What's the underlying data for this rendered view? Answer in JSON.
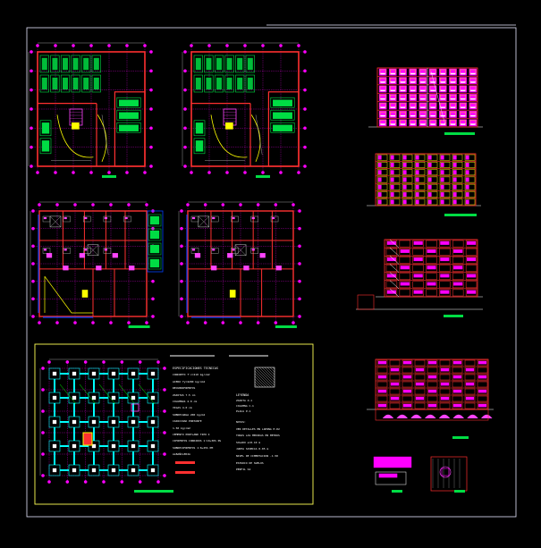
{
  "sheet": {
    "background": "#000000",
    "frame_color": "#e8e8ff",
    "notes_frame_color": "#ffff55"
  },
  "colors": {
    "wall": "#ff3030",
    "wall_dark": "#c81e1e",
    "grid": "#ff00ff",
    "dim": "#ffffff",
    "furniture": "#c0c0c0",
    "parking": "#00dd44",
    "ramp": "#ffff00",
    "stair": "#ff44ff",
    "column": "#ffffff",
    "footing": "#00ffff",
    "beam": "#00ff00",
    "window_blue": "#0040ff",
    "facade_fill": "#ff00ff",
    "facade_window": "#ffee00",
    "title_bar": "#00dd44"
  },
  "drawings": [
    {
      "id": "basement-plan-1",
      "kind": "parking-plan"
    },
    {
      "id": "basement-plan-2",
      "kind": "parking-plan"
    },
    {
      "id": "floor-plan-1",
      "kind": "apartment-plan"
    },
    {
      "id": "floor-plan-2",
      "kind": "apartment-plan"
    },
    {
      "id": "foundation-plan",
      "kind": "foundation-plan"
    },
    {
      "id": "front-elevation",
      "kind": "elevation"
    },
    {
      "id": "side-elevation",
      "kind": "elevation"
    },
    {
      "id": "section-a",
      "kind": "section"
    },
    {
      "id": "section-b",
      "kind": "section"
    },
    {
      "id": "detail-1",
      "kind": "detail"
    },
    {
      "id": "detail-2",
      "kind": "detail"
    }
  ],
  "icons": [
    "hatch-legend-icon",
    "grid-bubble-icon"
  ],
  "notes": {
    "spec_lines": [
      "ESPECIFICACIONES TECNICAS",
      "CONCRETO f'c=210 kg/cm2",
      "ACERO fy=4200 kg/cm2",
      "RECUBRIMIENTOS",
      "ZAPATAS 7.5 cm",
      "COLUMNAS 4.0 cm",
      "VIGAS 4.0 cm",
      "SOBRECARGA 200 kg/m2",
      "CAPACIDAD PORTANTE",
      "1.50 kg/cm2",
      "CEMENTO PORTLAND TIPO I",
      "CIMIENTOS CORRIDOS 1:10+30% PG",
      "SOBRECIMIENTOS 1:8+25% PM",
      "ALBAÑILERIA"
    ],
    "right_lines": [
      "LEYENDA",
      "ZAPATA Z-1",
      "COLUMNA C-1",
      "PLACA P-1",
      "NOTAS:",
      "VER DETALLES EN LAMINA E-02",
      "TODAS LAS MEDIDAS EN METROS",
      "SOLADO e=0.10 m",
      "JUNTA SISMICA 0.05 m",
      "NIVEL DE CIMENTACION -1.50",
      "ESTUDIO DE SUELOS",
      "PERFIL S2"
    ]
  }
}
